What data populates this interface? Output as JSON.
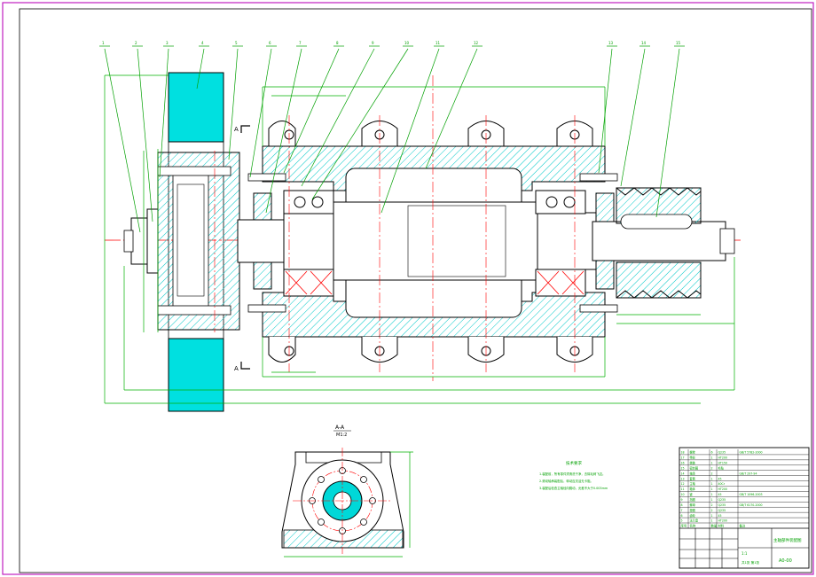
{
  "drawing": {
    "section_view_title": "A-A",
    "section_view_scale": "M1:2",
    "section_marker_top": "A",
    "section_marker_bottom": "A",
    "notes_title": "技术要求",
    "notes": [
      "1.装配前，所有零件须清洗干净，去除毛刺飞边。",
      "2.滚动轴承装配后，转动应灵活无卡阻。",
      "3.装配后检查主轴径向跳动，允差不大于0.003mm"
    ]
  },
  "title_block": {
    "drawing_title": "主轴部件装配图",
    "drawing_number": "A0-00",
    "scale_value": "1:1",
    "sheet_info": "共1张 第1张"
  },
  "parts_list": {
    "rows": [
      {
        "no": "18",
        "name": "螺栓",
        "qty": "6",
        "material": "Q235",
        "standard": "GB/T 5782-2000"
      },
      {
        "no": "17",
        "name": "带轮",
        "qty": "1",
        "material": "HT200",
        "standard": ""
      },
      {
        "no": "16",
        "name": "端盖",
        "qty": "1",
        "material": "HT150",
        "standard": ""
      },
      {
        "no": "15",
        "name": "密封圈",
        "qty": "2",
        "material": "毛毡",
        "standard": ""
      },
      {
        "no": "14",
        "name": "轴承",
        "qty": "2",
        "material": "",
        "standard": "GB/T 297-94"
      },
      {
        "no": "13",
        "name": "套筒",
        "qty": "1",
        "material": "45",
        "standard": ""
      },
      {
        "no": "12",
        "name": "主轴",
        "qty": "1",
        "material": "40Cr",
        "standard": ""
      },
      {
        "no": "11",
        "name": "箱体",
        "qty": "1",
        "material": "HT200",
        "standard": ""
      },
      {
        "no": "10",
        "name": "键",
        "qty": "1",
        "material": "45",
        "standard": "GB/T 1096-2003"
      },
      {
        "no": "9",
        "name": "挡圈",
        "qty": "1",
        "material": "Q235",
        "standard": ""
      },
      {
        "no": "8",
        "name": "螺母",
        "qty": "2",
        "material": "Q235",
        "standard": "GB/T 6170-2000"
      },
      {
        "no": "7",
        "name": "垫圈",
        "qty": "2",
        "material": "Q235",
        "standard": ""
      },
      {
        "no": "6",
        "name": "齿轮",
        "qty": "1",
        "material": "45",
        "standard": ""
      },
      {
        "no": "5",
        "name": "法兰盘",
        "qty": "1",
        "material": "HT200",
        "standard": ""
      }
    ],
    "header": {
      "no": "序号",
      "name": "名称",
      "qty": "数量",
      "material": "材料",
      "standard": "备注"
    }
  },
  "balloons": [
    "1",
    "2",
    "3",
    "4",
    "5",
    "6",
    "7",
    "8",
    "9",
    "10",
    "11",
    "12",
    "13",
    "14",
    "15"
  ],
  "colors": {
    "border": "#c020c0",
    "outline": "#000000",
    "dimension": "#00b000",
    "centerline": "#ff0000",
    "hatch": "#00c8c8",
    "gear_fill": "#00e0e0",
    "leader": "#00a000"
  }
}
